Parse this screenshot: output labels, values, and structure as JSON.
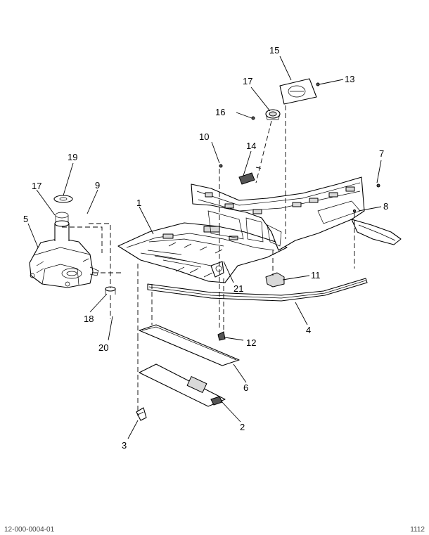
{
  "callouts": {
    "c1": "1",
    "c2": "2",
    "c3": "3",
    "c4": "4",
    "c5": "5",
    "c6": "6",
    "c7": "7",
    "c8": "8",
    "c9": "9",
    "c10": "10",
    "c11": "11",
    "c12": "12",
    "c13": "13",
    "c14": "14",
    "c15": "15",
    "c16": "16",
    "c17a": "17",
    "c17b": "17",
    "c18": "18",
    "c19": "19",
    "c20": "20",
    "c21": "21"
  },
  "footer": {
    "left_code": "12-000-0004-01",
    "right_code": "1112"
  }
}
